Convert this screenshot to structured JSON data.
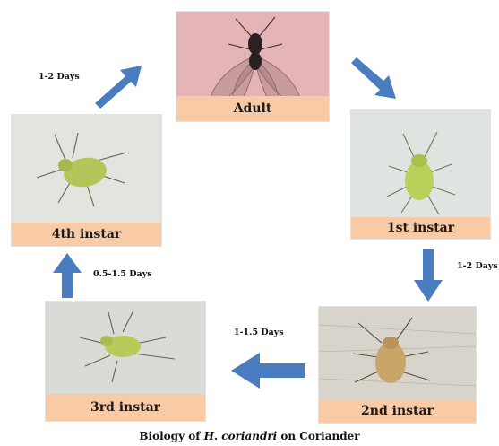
{
  "stages": [
    {
      "id": "adult",
      "label": "Adult"
    },
    {
      "id": "first",
      "label": "1st instar"
    },
    {
      "id": "second",
      "label": "2nd instar"
    },
    {
      "id": "third",
      "label": "3rd  instar"
    },
    {
      "id": "fourth",
      "label": "4th instar"
    }
  ],
  "durations": {
    "fourth_to_adult": "1-2 Days",
    "first_to_second": "1-2 Days",
    "second_to_third": "1-1.5 Days",
    "third_to_fourth": "0.5-1.5 Days"
  },
  "caption": {
    "prefix": "Biology of ",
    "species": "H. coriandri",
    "suffix": " on Coriander"
  },
  "colors": {
    "arrow": "#4a7cc0",
    "label_bg": "#f8caa6"
  }
}
